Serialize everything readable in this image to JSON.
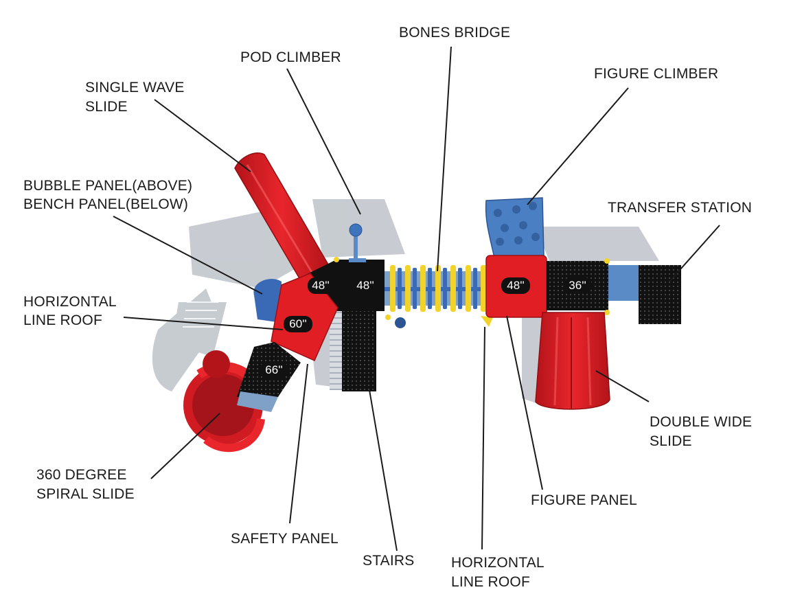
{
  "labels": {
    "bones_bridge": "BONES BRIDGE",
    "pod_climber": "POD CLIMBER",
    "figure_climber": "FIGURE CLIMBER",
    "single_wave_slide_1": "SINGLE WAVE",
    "single_wave_slide_2": "SLIDE",
    "bubble_panel": "BUBBLE PANEL(ABOVE)",
    "bench_panel": "BENCH PANEL(BELOW)",
    "transfer_station": "TRANSFER STATION",
    "horizontal_roof_left_1": "HORIZONTAL",
    "horizontal_roof_left_2": "LINE ROOF",
    "double_wide_slide_1": "DOUBLE WIDE",
    "double_wide_slide_2": "SLIDE",
    "spiral_slide_1": "360 DEGREE",
    "spiral_slide_2": "SPIRAL SLIDE",
    "figure_panel": "FIGURE PANEL",
    "safety_panel": "SAFETY PANEL",
    "stairs": "STAIRS",
    "horizontal_roof_bottom_1": "HORIZONTAL",
    "horizontal_roof_bottom_2": "LINE ROOF"
  },
  "deck_heights": {
    "left_roof": "48''",
    "center_left": "48''",
    "roof_60": "60''",
    "deck_66": "66''",
    "right_roof": "48''",
    "deck_36": "36''"
  },
  "colors": {
    "roof_red": "#e01e24",
    "deck_black": "#111111",
    "climber_blue": "#3b6fb6",
    "bridge_yellow": "#f2d32a",
    "leader_line": "#1a1a1a"
  }
}
